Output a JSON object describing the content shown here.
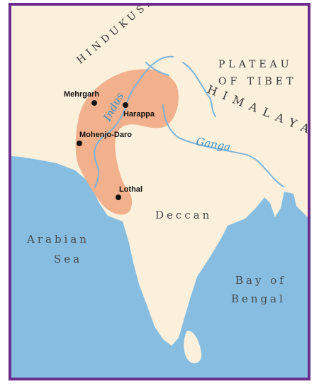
{
  "colors": {
    "frame": "#6a2d8c",
    "land": "#fbf0dc",
    "sea": "#86bde0",
    "civilization_area": "#f2b08c",
    "river": "#7fb3d9",
    "city_dot": "#111111"
  },
  "labels": {
    "hindu_kush": "HINDUKUSH",
    "plateau_line1": "PLATEAU",
    "plateau_line2": "OF TIBET",
    "himalaya": "HIMALAYA",
    "deccan": "Deccan",
    "arabian_line1": "Arabian",
    "arabian_line2": "Sea",
    "bay_line1": "Bay of",
    "bay_line2": "Bengal"
  },
  "rivers": {
    "indus": "Indus",
    "ganga": "Ganga"
  },
  "cities": {
    "mehrgarh": "Mehrgarh",
    "harappa": "Harappa",
    "mohenjo_daro": "Mohenjo-Daro",
    "lothal": "Lothal"
  }
}
